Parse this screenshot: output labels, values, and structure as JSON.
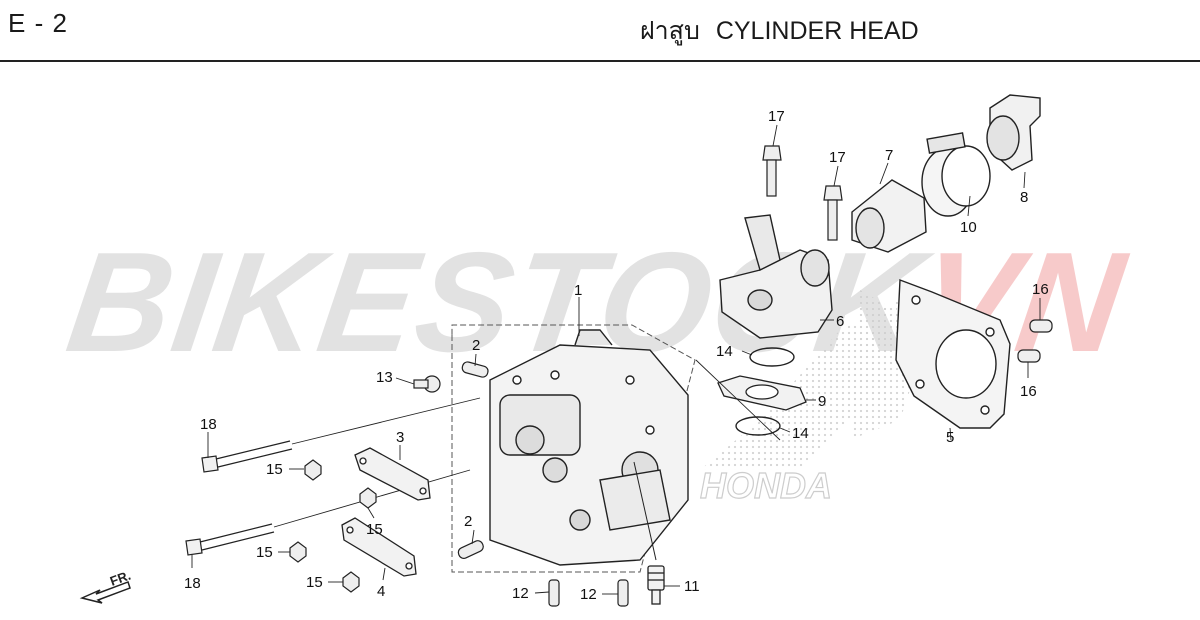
{
  "header": {
    "page_code": "E - 2",
    "title_thai": "ฝาสูบ",
    "title_english": "CYLINDER HEAD"
  },
  "watermark": {
    "text_gray": "BIKESTOCK",
    "text_red": "VN",
    "honda_text": "HONDA"
  },
  "front_marker": "FR.",
  "callouts": [
    "1",
    "2",
    "2",
    "3",
    "4",
    "5",
    "6",
    "7",
    "8",
    "9",
    "10",
    "11",
    "12",
    "12",
    "13",
    "14",
    "14",
    "15",
    "15",
    "15",
    "15",
    "16",
    "16",
    "17",
    "17",
    "18",
    "18"
  ],
  "colors": {
    "line": "#222222",
    "part_fill": "#f2f2f2",
    "watermark_red": "#e65050",
    "watermark_gray": "#bebebe"
  }
}
